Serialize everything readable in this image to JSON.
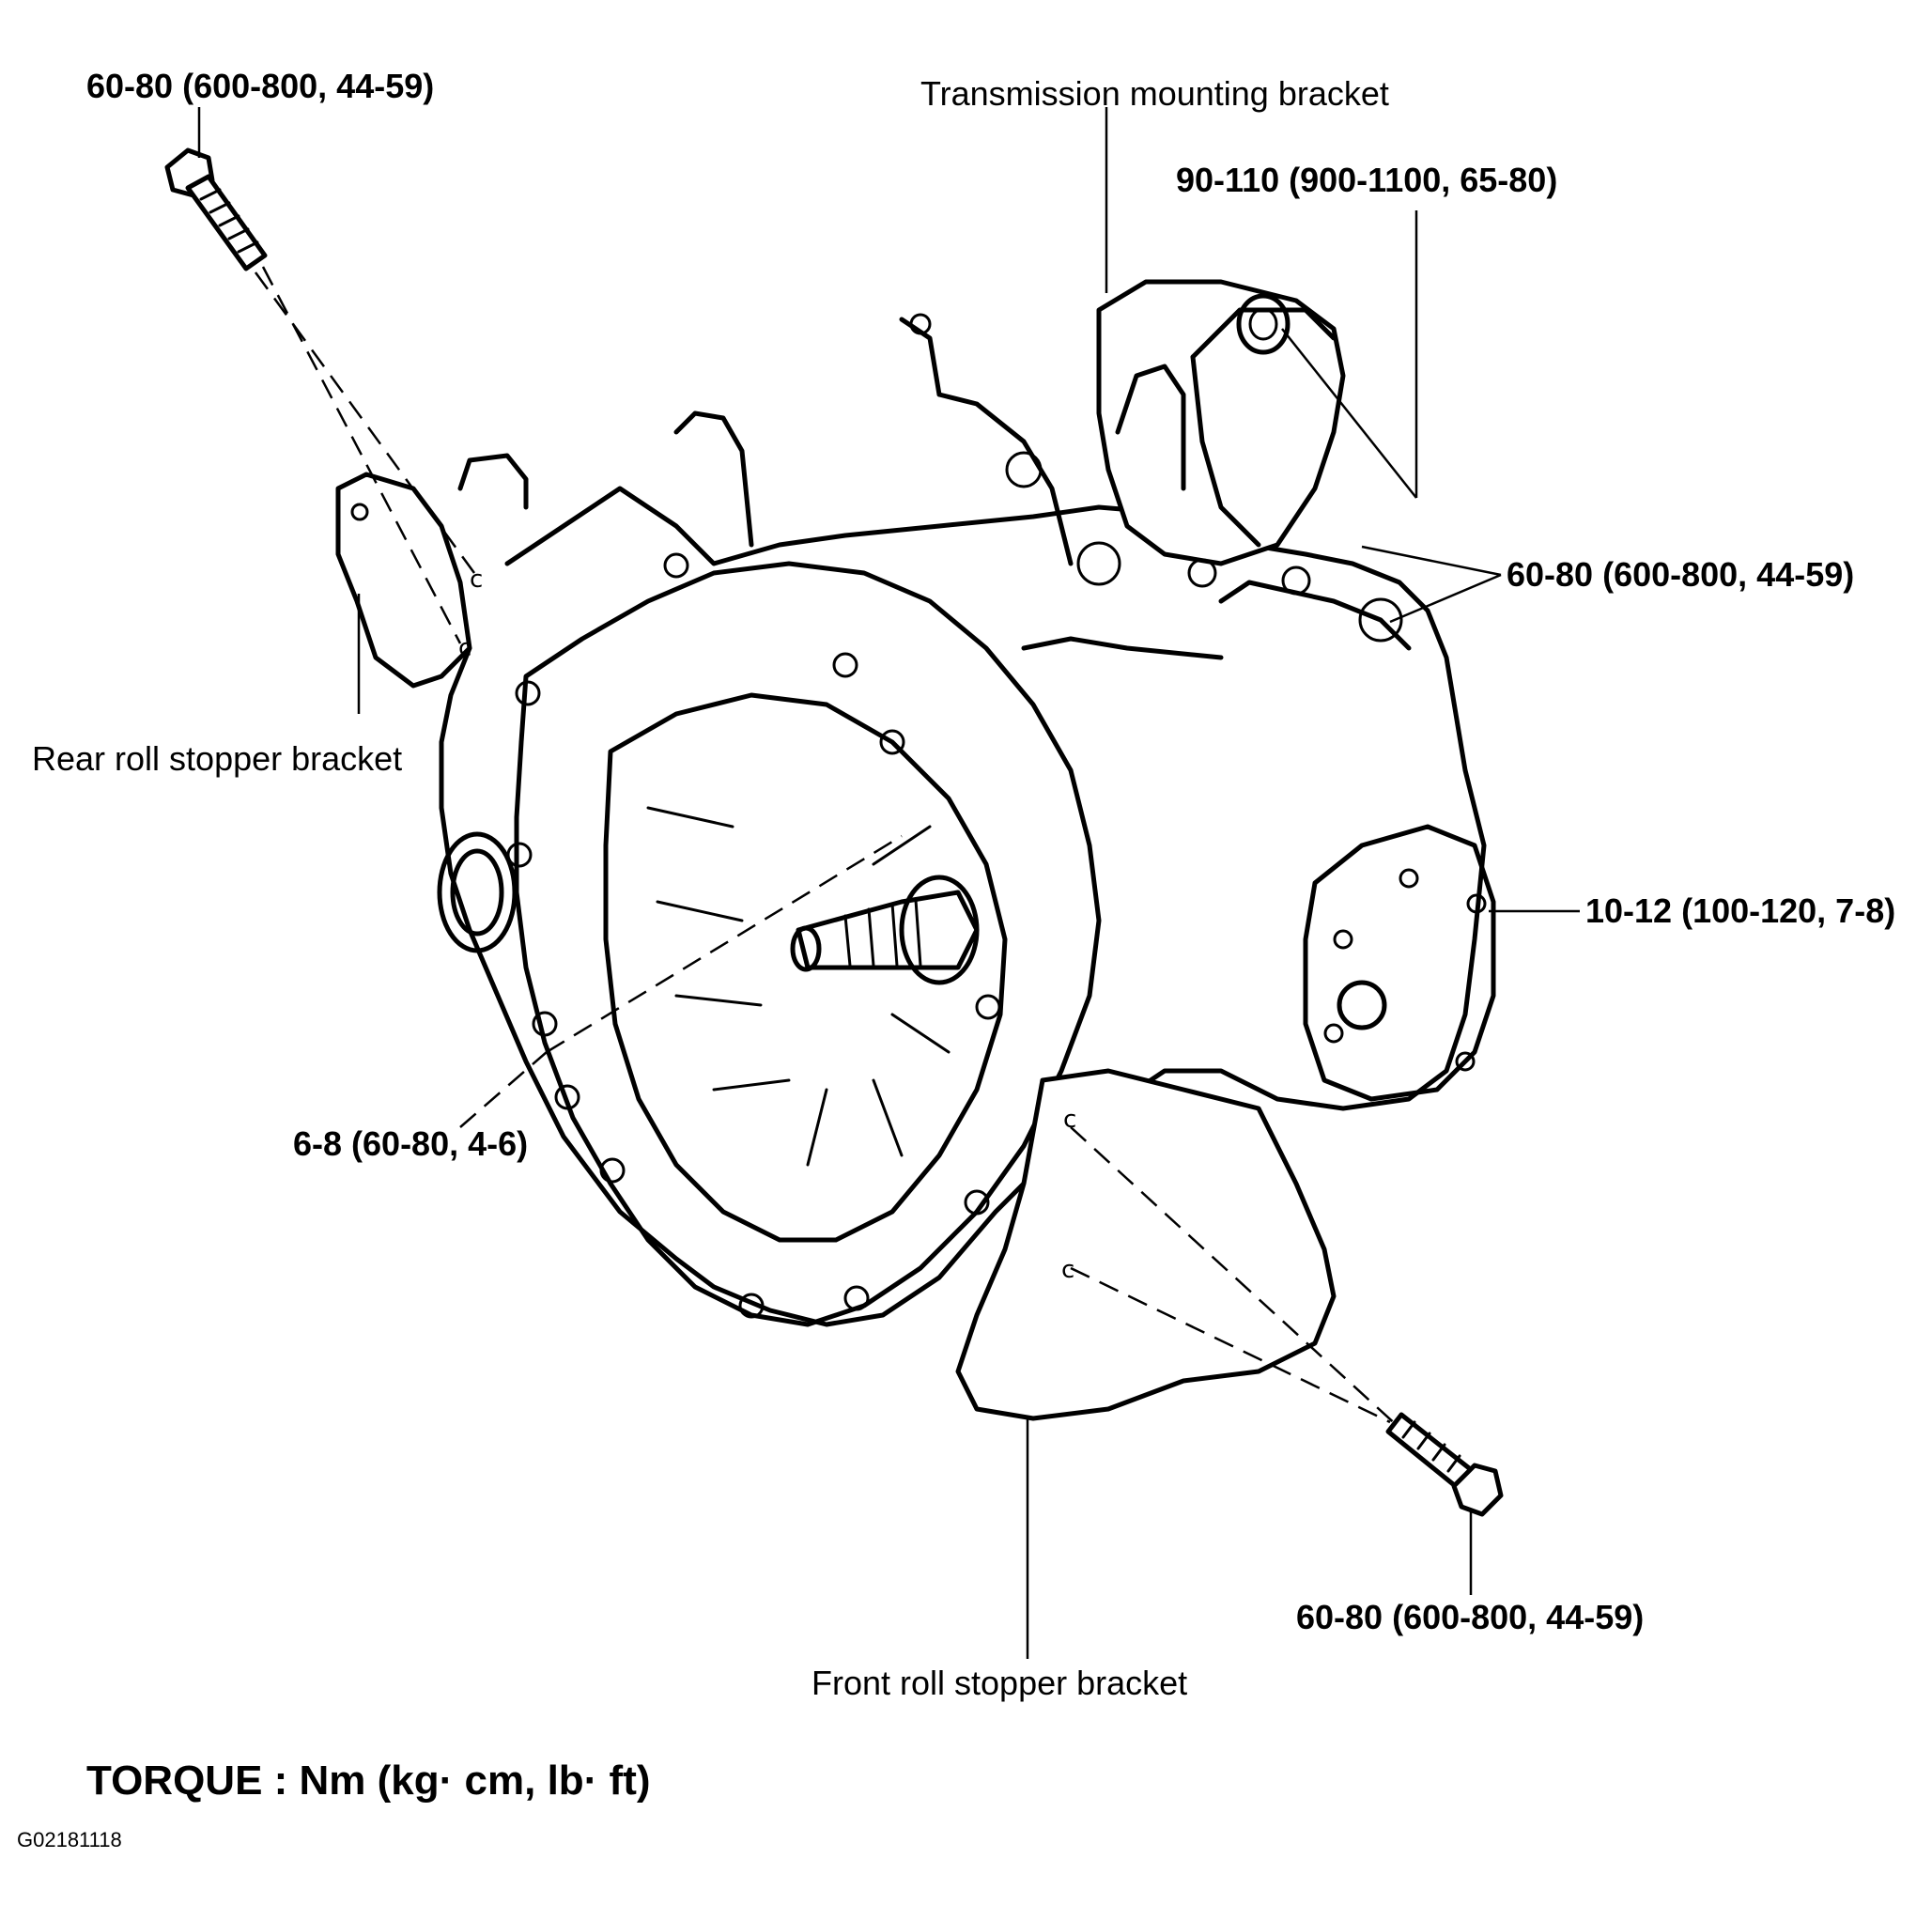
{
  "labels": {
    "bolt_top_left": "60-80 (600-800, 44-59)",
    "transmission_mounting_bracket": "Transmission mounting bracket",
    "mount_bolt": "90-110 (900-1100, 65-80)",
    "bracket_bolts_right": "60-80 (600-800, 44-59)",
    "rear_roll_stopper_bracket": "Rear roll stopper bracket",
    "cover_bolt": "10-12 (100-120, 7-8)",
    "bellhousing_bolt": "6-8 (60-80, 4-6)",
    "bolt_bottom_right": "60-80 (600-800, 44-59)",
    "front_roll_stopper_bracket": "Front roll stopper bracket"
  },
  "footer": {
    "torque_units": "TORQUE : Nm (kg· cm, lb· ft)",
    "figure_code": "G02181118"
  }
}
